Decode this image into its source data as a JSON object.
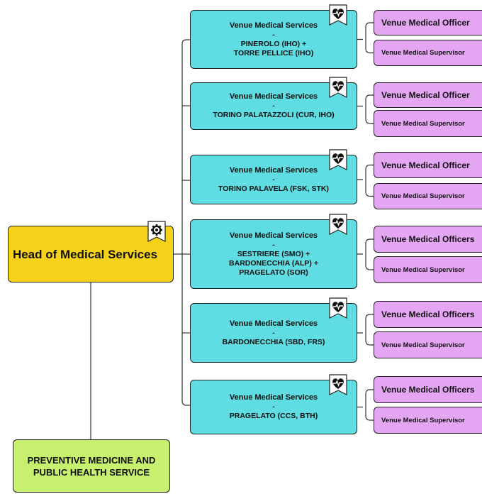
{
  "head": {
    "label": "Head of Medical Services",
    "icon": "gear-icon",
    "color": "#f7d21a"
  },
  "preventive": {
    "label": "PREVENTIVE MEDICINE AND PUBLIC HEALTH SERVICE",
    "color": "#c6f06e"
  },
  "venues": [
    {
      "title": "Venue Medical Services",
      "sep": "-",
      "lines": [
        "PINEROLO (IHO) +",
        "TORRE PELLICE (IHO)"
      ],
      "roles": [
        "Venue Medical Officer",
        "Venue Medical Supervisor"
      ]
    },
    {
      "title": "Venue Medical Services",
      "sep": "-",
      "lines": [
        "TORINO PALATAZZOLI (CUR, IHO)"
      ],
      "roles": [
        "Venue Medical Officer",
        "Venue Medical Supervisor"
      ]
    },
    {
      "title": "Venue Medical Services",
      "sep": "-",
      "lines": [
        "TORINO PALAVELA (FSK, STK)"
      ],
      "roles": [
        "Venue Medical Officer",
        "Venue Medical Supervisor"
      ]
    },
    {
      "title": "Venue Medical Services",
      "sep": "-",
      "lines": [
        "SESTRIERE (SMO) +",
        "BARDONECCHIA (ALP) +",
        "PRAGELATO (SOR)"
      ],
      "roles": [
        "Venue Medical Officers",
        "Venue Medical Supervisor"
      ]
    },
    {
      "title": "Venue Medical Services",
      "sep": "-",
      "lines": [
        "BARDONECCHIA (SBD, FRS)"
      ],
      "roles": [
        "Venue Medical Officers",
        "Venue Medical Supervisor"
      ]
    },
    {
      "title": "Venue Medical Services",
      "sep": "-",
      "lines": [
        "PRAGELATO (CCS, BTH)"
      ],
      "roles": [
        "Venue Medical Officers",
        "Venue Medical Supervisor"
      ]
    }
  ],
  "venue_icon": "heart-pulse-icon",
  "colors": {
    "venue": "#5fdde3",
    "role": "#e4a6f2",
    "line": "#333333"
  }
}
